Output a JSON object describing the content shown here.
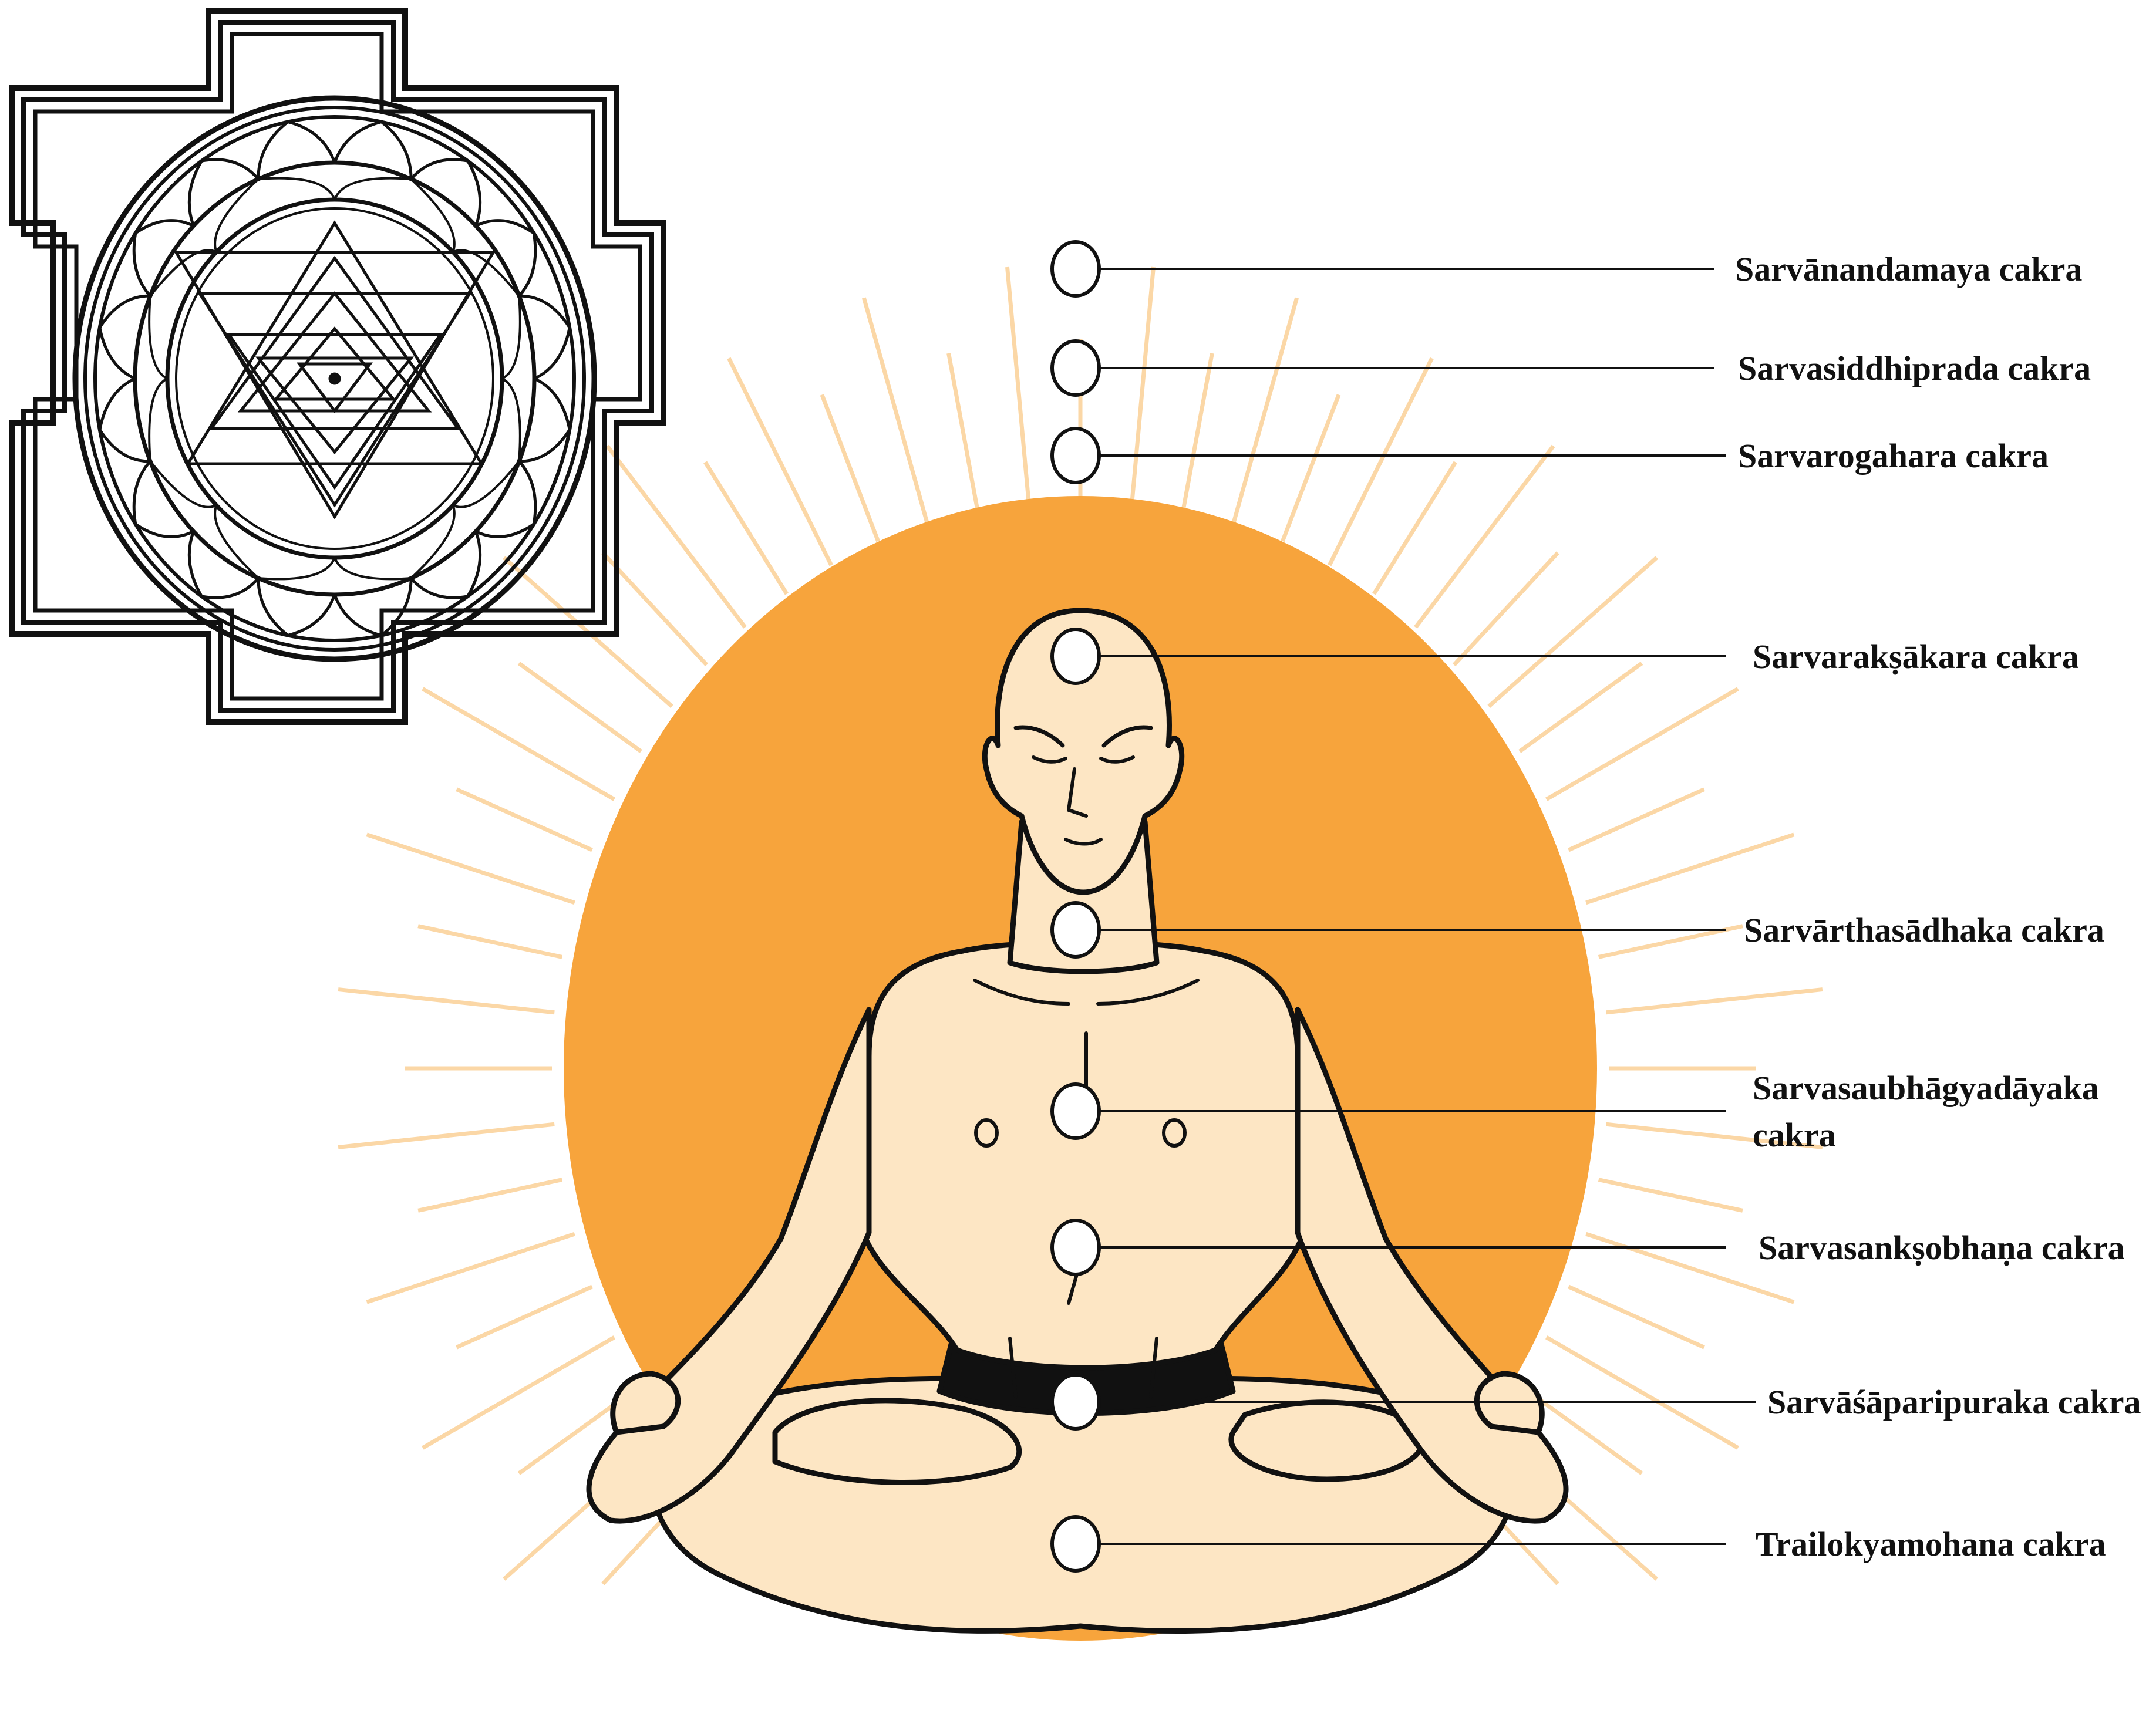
{
  "colors": {
    "halo": "#f7a43c",
    "rays": "#fbd7a6",
    "skin": "#fde6c4",
    "outline": "#111111",
    "marker_fill": "#ffffff",
    "background": "#ffffff"
  },
  "cakras": [
    {
      "name": "Sarvānandamaya cakra"
    },
    {
      "name": "Sarvasiddhiprada cakra"
    },
    {
      "name": "Sarvarogahara cakra"
    },
    {
      "name": "Sarvarakṣākara cakra"
    },
    {
      "name": "Sarvārthasādhaka cakra"
    },
    {
      "name": "Sarvasaubhāgyadāyaka",
      "name_line2": "cakra"
    },
    {
      "name": "Sarvasankṣobhaṇa cakra"
    },
    {
      "name": "Sarvāśāparipuraka cakra"
    },
    {
      "name": "Trailokyamohana cakra"
    }
  ],
  "icons": {
    "yantra": "sri-yantra-icon",
    "figure": "meditating-figure-icon"
  }
}
